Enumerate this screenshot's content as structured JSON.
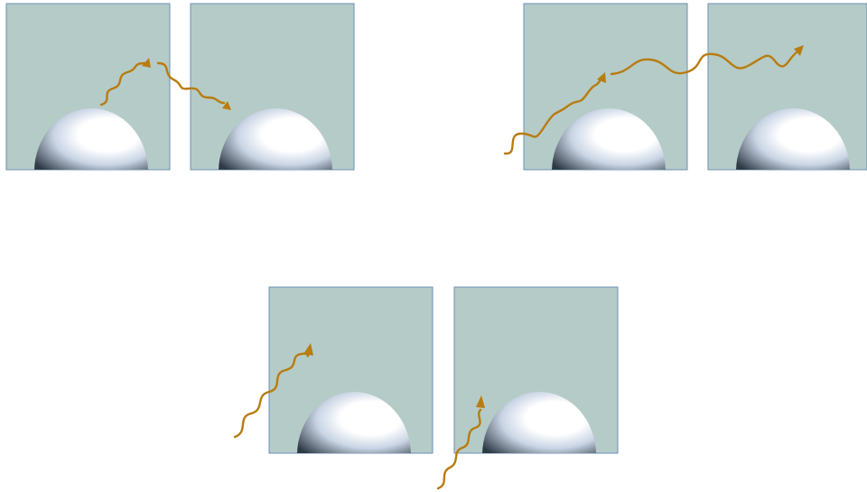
{
  "colors": {
    "background": "#ffffff",
    "panel_fill": "#b5cbc7",
    "panel_stroke": "#6b8fb4",
    "wave": "#b87c0f",
    "dome_highlight": "#ffffff",
    "dome_mid": "#c9d4e4",
    "dome_shadow": "#2e3946"
  },
  "figure": {
    "groups": [
      {
        "id": "top-left",
        "panels": 2,
        "waves": 2
      },
      {
        "id": "top-right",
        "panels": 2,
        "waves": 2
      },
      {
        "id": "bottom-center",
        "panels": 2,
        "waves": 2
      }
    ],
    "panel_shape": "square",
    "dome_shape": "hemisphere",
    "wave_style": "wavy-arrow"
  }
}
